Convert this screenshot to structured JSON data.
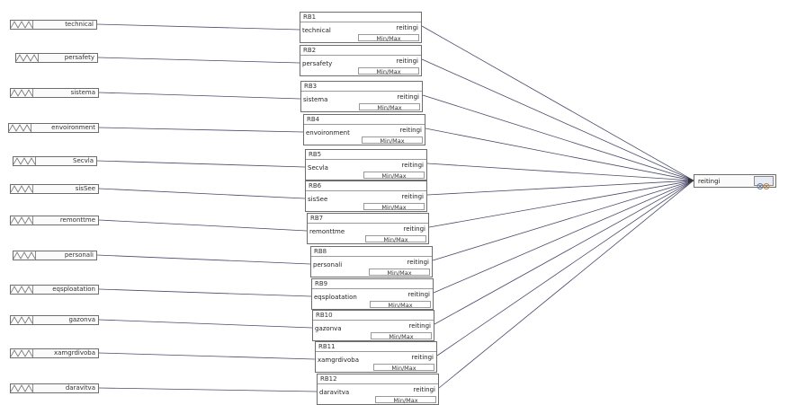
{
  "inputs": [
    {
      "label": "technical"
    },
    {
      "label": "persafety"
    },
    {
      "label": "sistema"
    },
    {
      "label": "envoironment"
    },
    {
      "label": "Secvla"
    },
    {
      "label": "sisSee"
    },
    {
      "label": "remonttme"
    },
    {
      "label": "personali"
    },
    {
      "label": "eqsploatation"
    },
    {
      "label": "gazonva"
    },
    {
      "label": "xamgrdivoba"
    },
    {
      "label": "daravitva"
    }
  ],
  "blocks": [
    {
      "title": "RB1",
      "input": "technical",
      "output": "reitingi",
      "range": "Min/Max"
    },
    {
      "title": "RB2",
      "input": "persafety",
      "output": "reitingi",
      "range": "Min/Max"
    },
    {
      "title": "RB3",
      "input": "sistema",
      "output": "reitingi",
      "range": "Min/Max"
    },
    {
      "title": "RB4",
      "input": "envoironment",
      "output": "reitingi",
      "range": "Min/Max"
    },
    {
      "title": "RB5",
      "input": "Secvla",
      "output": "reitingi",
      "range": "Min/Max"
    },
    {
      "title": "RB6",
      "input": "sisSee",
      "output": "reitingi",
      "range": "Min/Max"
    },
    {
      "title": "RB7",
      "input": "remonttme",
      "output": "reitingi",
      "range": "Min/Max"
    },
    {
      "title": "RB8",
      "input": "personali",
      "output": "reitingi",
      "range": "Min/Max"
    },
    {
      "title": "RB9",
      "input": "eqsploatation",
      "output": "reitingi",
      "range": "Min/Max"
    },
    {
      "title": "RB10",
      "input": "gazonva",
      "output": "reitingi",
      "range": "Min/Max"
    },
    {
      "title": "RB11",
      "input": "xamgrdivoba",
      "output": "reitingi",
      "range": "Min/Max"
    },
    {
      "title": "RB12",
      "input": "daravitva",
      "output": "reitingi",
      "range": "Min/Max"
    }
  ],
  "output": {
    "label": "reitingi",
    "icon": "gear-icon"
  },
  "colors": {
    "wire": "#4a4a6a",
    "border": "#6d6d6d"
  }
}
